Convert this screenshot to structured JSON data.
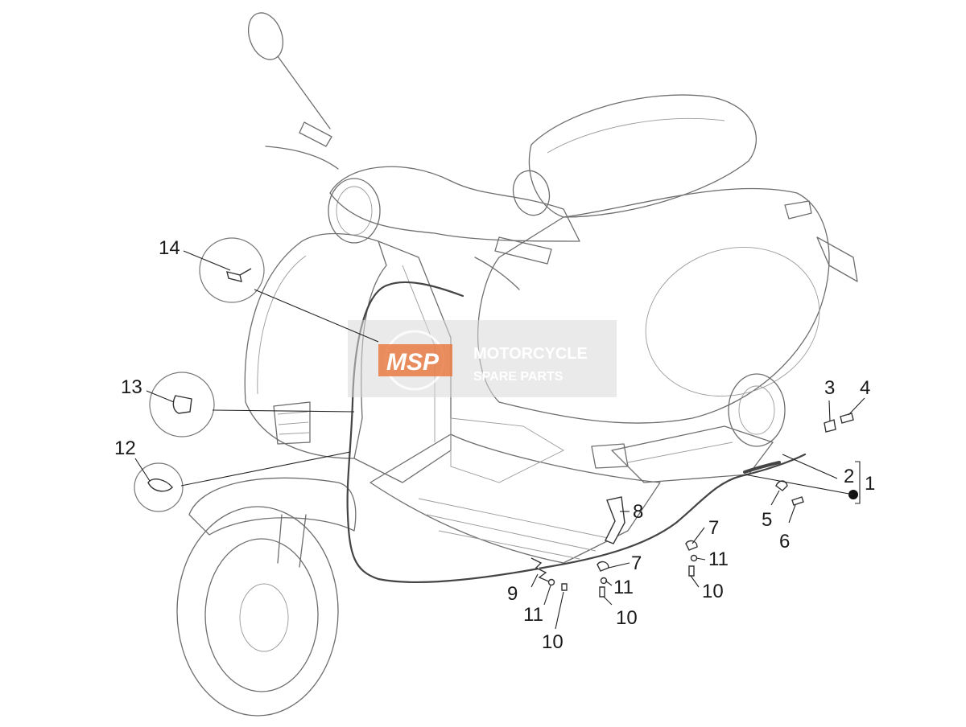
{
  "watermark": {
    "logo": "MSP",
    "line1": "MOTORCYCLE",
    "line2": "SPARE PARTS",
    "logo_color": "#e8743a"
  },
  "callouts": {
    "c1": "1",
    "c2": "2",
    "c3": "3",
    "c4": "4",
    "c5": "5",
    "c6": "6",
    "c7a": "7",
    "c7b": "7",
    "c8": "8",
    "c9": "9",
    "c10a": "10",
    "c10b": "10",
    "c10c": "10",
    "c11a": "11",
    "c11b": "11",
    "c11c": "11",
    "c12": "12",
    "c13": "13",
    "c14": "14"
  }
}
